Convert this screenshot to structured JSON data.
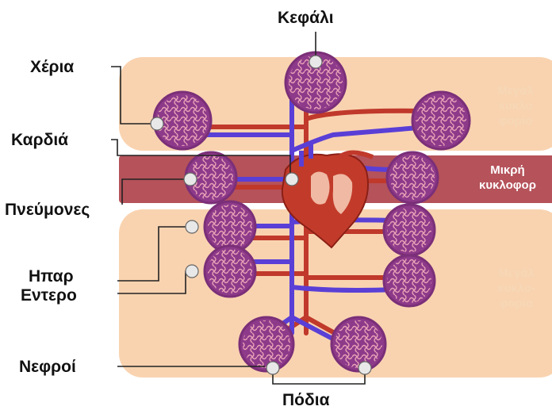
{
  "labels": {
    "head": "Κεφάλι",
    "arms": "Χέρια",
    "heart": "Καρδιά",
    "lungs": "Πνεύμονες",
    "liver_line1": "Ηπαρ",
    "liver_line2": "Εντερο",
    "kidneys": "Νεφροί",
    "legs": "Πόδια"
  },
  "zones": {
    "upper_major": [
      "Μεγάλ",
      "κυκλο",
      "φορίο"
    ],
    "minor": [
      "Μικρή",
      "κυκλοφορ"
    ],
    "lower_major": [
      "Μεγάλ",
      "κυκλο-",
      "φορία"
    ]
  },
  "colors": {
    "zone_major": "#f9d3b0",
    "zone_minor": "#b5525a",
    "artery": "#c0392b",
    "vein": "#5a3fd6",
    "capillary": "#8e3a8a",
    "heart": "#c23b2a",
    "marker": "#e8e8e8"
  }
}
